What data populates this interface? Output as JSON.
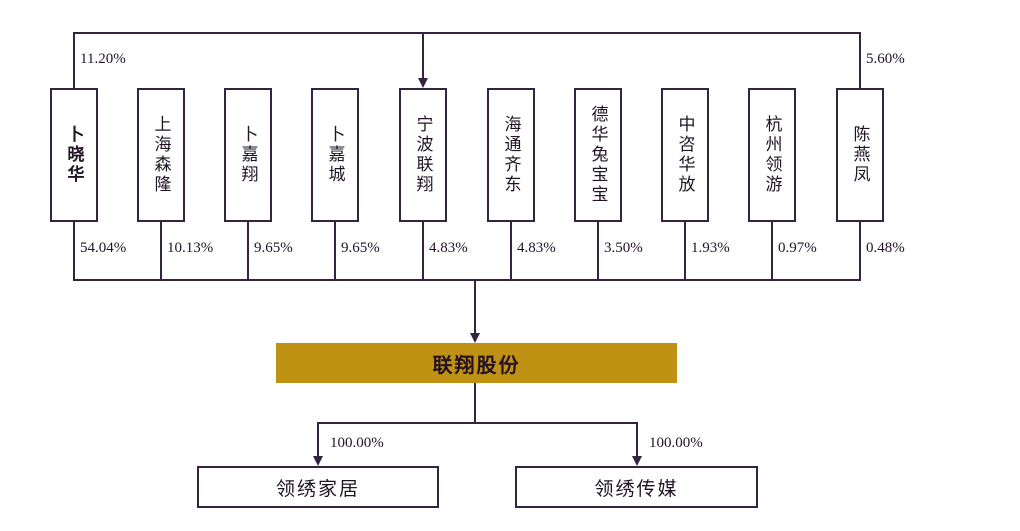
{
  "links": {
    "top_left_pct": "11.20%",
    "top_right_pct": "5.60%"
  },
  "shareholders": [
    {
      "name": "卜晓华",
      "pct": "54.04%"
    },
    {
      "name": "上海森隆",
      "pct": "10.13%"
    },
    {
      "name": "卜嘉翔",
      "pct": "9.65%"
    },
    {
      "name": "卜嘉城",
      "pct": "9.65%"
    },
    {
      "name": "宁波联翔",
      "pct": "4.83%"
    },
    {
      "name": "海通齐东",
      "pct": "4.83%"
    },
    {
      "name": "德华兔宝宝",
      "pct": "3.50%"
    },
    {
      "name": "中咨华放",
      "pct": "1.93%"
    },
    {
      "name": "杭州领游",
      "pct": "0.97%"
    },
    {
      "name": "陈燕凤",
      "pct": "0.48%"
    }
  ],
  "parent_company": {
    "name": "联翔股份"
  },
  "subsidiaries": [
    {
      "name": "领绣家居",
      "pct": "100.00%"
    },
    {
      "name": "领绣传媒",
      "pct": "100.00%"
    }
  ],
  "colors": {
    "accent_gold": "#BF9213",
    "line": "#342440"
  }
}
